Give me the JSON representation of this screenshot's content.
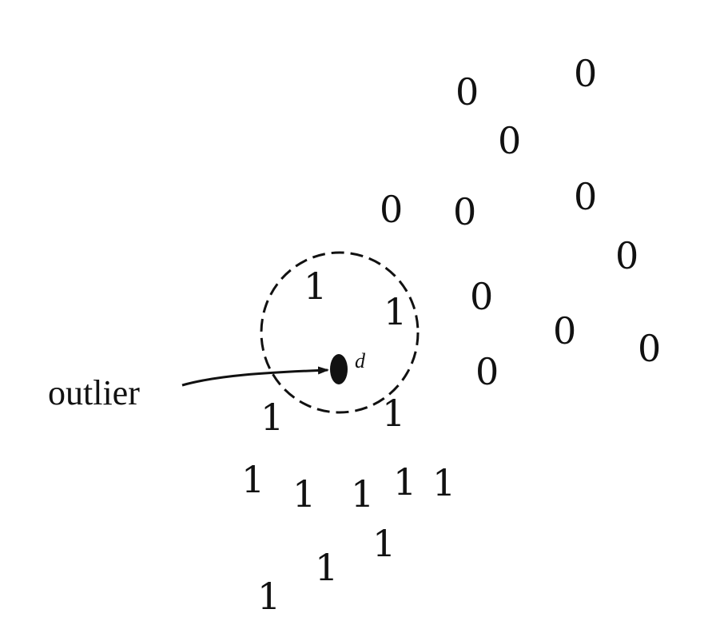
{
  "class0_label": "0",
  "class1_label": "1",
  "outlier_label": "outlier",
  "radius_label": "d",
  "colors": {
    "ink": "#111111",
    "background": "#ffffff"
  }
}
